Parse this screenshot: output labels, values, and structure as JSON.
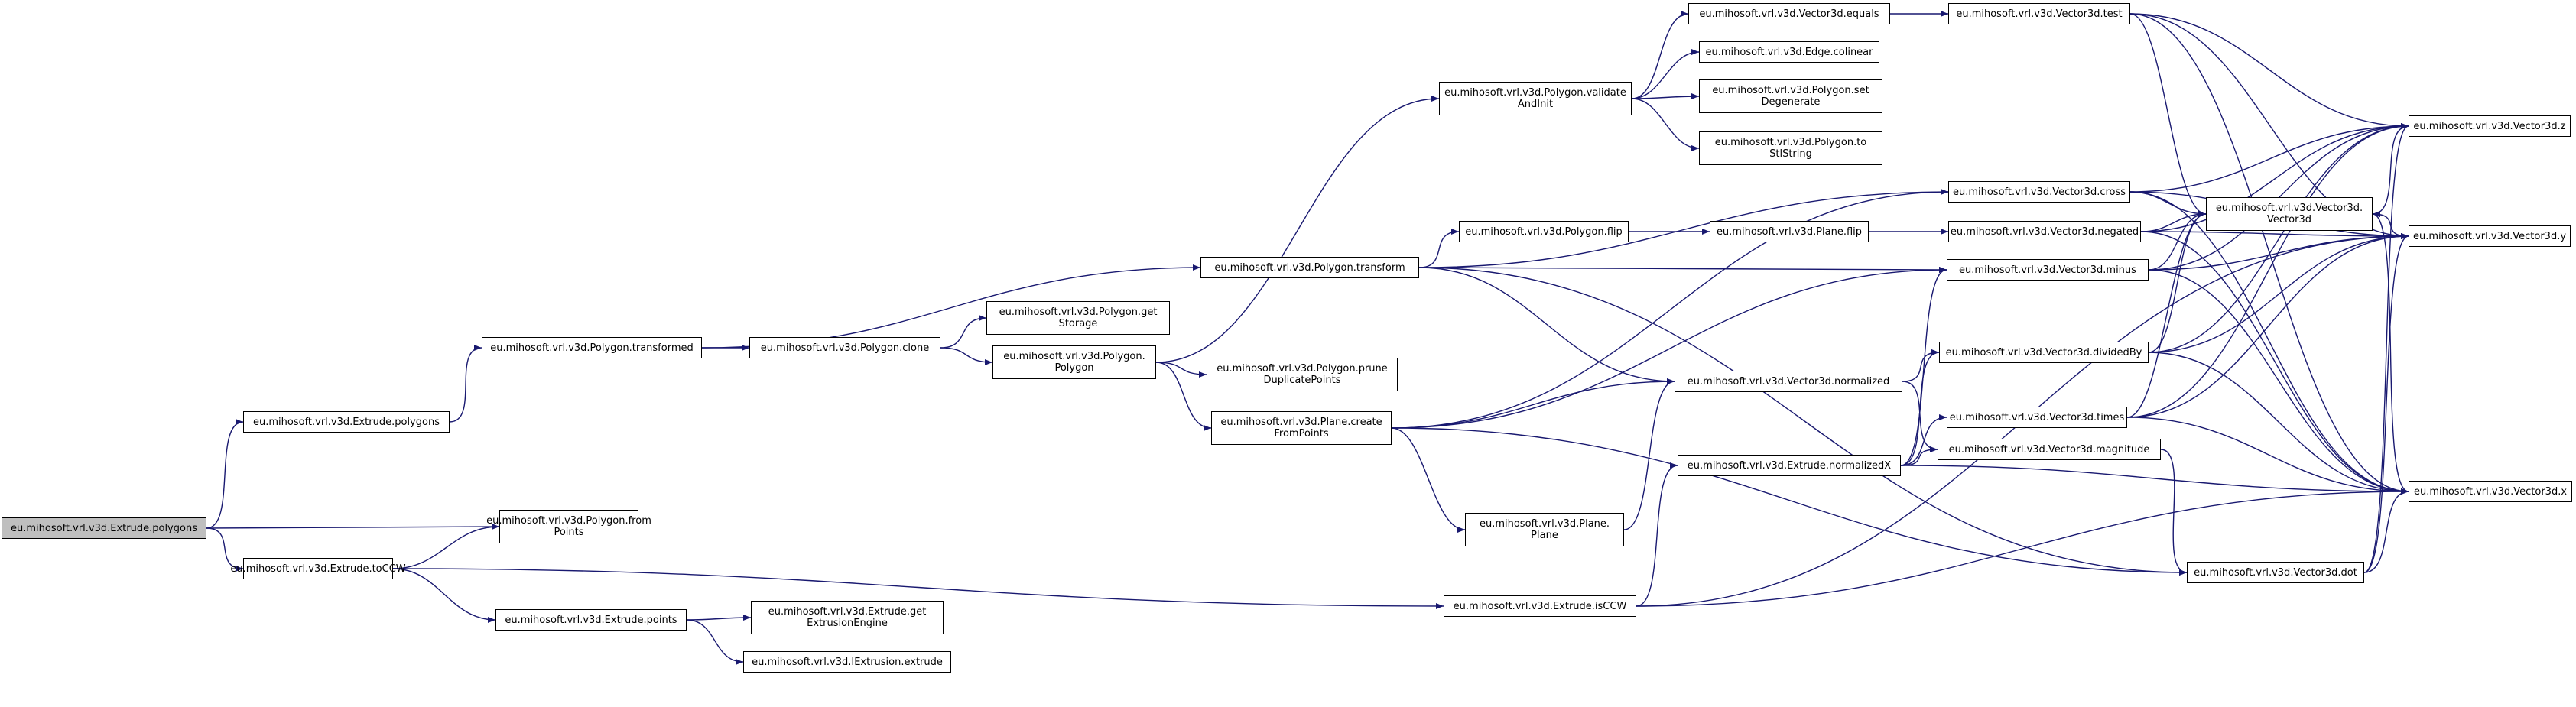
{
  "colors": {
    "edge": "#191970",
    "node_border": "#000000",
    "root_fill": "#bfbfbf",
    "node_fill": "#ffffff"
  },
  "nodes": [
    {
      "id": "root",
      "label": "eu.mihosoft.vrl.v3d.Extrude.polygons",
      "root": true
    },
    {
      "id": "extrude_polygons",
      "label": "eu.mihosoft.vrl.v3d.Extrude.polygons"
    },
    {
      "id": "poly_fromPoints",
      "label": "eu.mihosoft.vrl.v3d.Polygon.from\nPoints"
    },
    {
      "id": "toCCW",
      "label": "eu.mihosoft.vrl.v3d.Extrude.toCCW"
    },
    {
      "id": "transformed",
      "label": "eu.mihosoft.vrl.v3d.Polygon.transformed"
    },
    {
      "id": "clone",
      "label": "eu.mihosoft.vrl.v3d.Polygon.clone"
    },
    {
      "id": "transform",
      "label": "eu.mihosoft.vrl.v3d.Polygon.transform"
    },
    {
      "id": "getStorage",
      "label": "eu.mihosoft.vrl.v3d.Polygon.get\nStorage"
    },
    {
      "id": "poly_ctor",
      "label": "eu.mihosoft.vrl.v3d.Polygon.\nPolygon"
    },
    {
      "id": "validate",
      "label": "eu.mihosoft.vrl.v3d.Polygon.validate\nAndInit"
    },
    {
      "id": "prune",
      "label": "eu.mihosoft.vrl.v3d.Polygon.prune\nDuplicatePoints"
    },
    {
      "id": "createFromPoints",
      "label": "eu.mihosoft.vrl.v3d.Plane.create\nFromPoints"
    },
    {
      "id": "points",
      "label": "eu.mihosoft.vrl.v3d.Extrude.points"
    },
    {
      "id": "getExtrusionEngine",
      "label": "eu.mihosoft.vrl.v3d.Extrude.get\nExtrusionEngine"
    },
    {
      "id": "iextrude",
      "label": "eu.mihosoft.vrl.v3d.IExtrusion.extrude"
    },
    {
      "id": "flip",
      "label": "eu.mihosoft.vrl.v3d.Polygon.flip"
    },
    {
      "id": "plane_flip",
      "label": "eu.mihosoft.vrl.v3d.Plane.flip"
    },
    {
      "id": "plane_ctor",
      "label": "eu.mihosoft.vrl.v3d.Plane.\nPlane"
    },
    {
      "id": "isCCW",
      "label": "eu.mihosoft.vrl.v3d.Extrude.isCCW"
    },
    {
      "id": "equals",
      "label": "eu.mihosoft.vrl.v3d.Vector3d.equals"
    },
    {
      "id": "colinear",
      "label": "eu.mihosoft.vrl.v3d.Edge.colinear"
    },
    {
      "id": "setDegenerate",
      "label": "eu.mihosoft.vrl.v3d.Polygon.set\nDegenerate"
    },
    {
      "id": "toStlString",
      "label": "eu.mihosoft.vrl.v3d.Polygon.to\nStlString"
    },
    {
      "id": "normalized",
      "label": "eu.mihosoft.vrl.v3d.Vector3d.normalized"
    },
    {
      "id": "normalizedX",
      "label": "eu.mihosoft.vrl.v3d.Extrude.normalizedX"
    },
    {
      "id": "test",
      "label": "eu.mihosoft.vrl.v3d.Vector3d.test"
    },
    {
      "id": "cross",
      "label": "eu.mihosoft.vrl.v3d.Vector3d.cross"
    },
    {
      "id": "negated",
      "label": "eu.mihosoft.vrl.v3d.Vector3d.negated"
    },
    {
      "id": "minus",
      "label": "eu.mihosoft.vrl.v3d.Vector3d.minus"
    },
    {
      "id": "dividedBy",
      "label": "eu.mihosoft.vrl.v3d.Vector3d.dividedBy"
    },
    {
      "id": "times",
      "label": "eu.mihosoft.vrl.v3d.Vector3d.times"
    },
    {
      "id": "magnitude",
      "label": "eu.mihosoft.vrl.v3d.Vector3d.magnitude"
    },
    {
      "id": "dot",
      "label": "eu.mihosoft.vrl.v3d.Vector3d.dot"
    },
    {
      "id": "vec_ctor",
      "label": "eu.mihosoft.vrl.v3d.Vector3d.\nVector3d"
    },
    {
      "id": "vz",
      "label": "eu.mihosoft.vrl.v3d.Vector3d.z"
    },
    {
      "id": "vy",
      "label": "eu.mihosoft.vrl.v3d.Vector3d.y"
    },
    {
      "id": "vx",
      "label": "eu.mihosoft.vrl.v3d.Vector3d.x"
    }
  ],
  "edges": [
    [
      "root",
      "extrude_polygons"
    ],
    [
      "root",
      "poly_fromPoints"
    ],
    [
      "root",
      "toCCW"
    ],
    [
      "extrude_polygons",
      "transformed"
    ],
    [
      "toCCW",
      "poly_fromPoints"
    ],
    [
      "toCCW",
      "points"
    ],
    [
      "toCCW",
      "isCCW"
    ],
    [
      "transformed",
      "clone"
    ],
    [
      "transformed",
      "transform"
    ],
    [
      "clone",
      "getStorage"
    ],
    [
      "clone",
      "poly_ctor"
    ],
    [
      "poly_ctor",
      "validate"
    ],
    [
      "poly_ctor",
      "prune"
    ],
    [
      "poly_ctor",
      "createFromPoints"
    ],
    [
      "points",
      "getExtrusionEngine"
    ],
    [
      "points",
      "iextrude"
    ],
    [
      "validate",
      "equals"
    ],
    [
      "validate",
      "colinear"
    ],
    [
      "validate",
      "setDegenerate"
    ],
    [
      "validate",
      "toStlString"
    ],
    [
      "transform",
      "cross"
    ],
    [
      "transform",
      "flip"
    ],
    [
      "transform",
      "minus"
    ],
    [
      "transform",
      "normalized"
    ],
    [
      "transform",
      "dot"
    ],
    [
      "flip",
      "plane_flip"
    ],
    [
      "plane_flip",
      "negated"
    ],
    [
      "createFromPoints",
      "cross"
    ],
    [
      "createFromPoints",
      "minus"
    ],
    [
      "createFromPoints",
      "normalized"
    ],
    [
      "createFromPoints",
      "plane_ctor"
    ],
    [
      "createFromPoints",
      "dot"
    ],
    [
      "plane_ctor",
      "normalized"
    ],
    [
      "isCCW",
      "normalizedX"
    ],
    [
      "isCCW",
      "vy"
    ],
    [
      "isCCW",
      "vx"
    ],
    [
      "normalized",
      "dividedBy"
    ],
    [
      "normalized",
      "magnitude"
    ],
    [
      "normalizedX",
      "minus"
    ],
    [
      "normalizedX",
      "dividedBy"
    ],
    [
      "normalizedX",
      "times"
    ],
    [
      "normalizedX",
      "magnitude"
    ],
    [
      "normalizedX",
      "vx"
    ],
    [
      "equals",
      "test"
    ],
    [
      "test",
      "vz"
    ],
    [
      "test",
      "vy"
    ],
    [
      "test",
      "vx"
    ],
    [
      "test",
      "vec_ctor"
    ],
    [
      "cross",
      "vec_ctor"
    ],
    [
      "cross",
      "vz"
    ],
    [
      "cross",
      "vy"
    ],
    [
      "cross",
      "vx"
    ],
    [
      "negated",
      "vec_ctor"
    ],
    [
      "negated",
      "vz"
    ],
    [
      "negated",
      "vy"
    ],
    [
      "negated",
      "vx"
    ],
    [
      "minus",
      "vec_ctor"
    ],
    [
      "minus",
      "vz"
    ],
    [
      "minus",
      "vy"
    ],
    [
      "minus",
      "vx"
    ],
    [
      "dividedBy",
      "vec_ctor"
    ],
    [
      "dividedBy",
      "vz"
    ],
    [
      "dividedBy",
      "vy"
    ],
    [
      "dividedBy",
      "vx"
    ],
    [
      "times",
      "vec_ctor"
    ],
    [
      "times",
      "vz"
    ],
    [
      "times",
      "vy"
    ],
    [
      "times",
      "vx"
    ],
    [
      "magnitude",
      "dot"
    ],
    [
      "dot",
      "vz"
    ],
    [
      "dot",
      "vy"
    ],
    [
      "dot",
      "vx"
    ],
    [
      "vz",
      "vec_ctor"
    ],
    [
      "vy",
      "vec_ctor"
    ],
    [
      "vx",
      "vec_ctor"
    ]
  ]
}
